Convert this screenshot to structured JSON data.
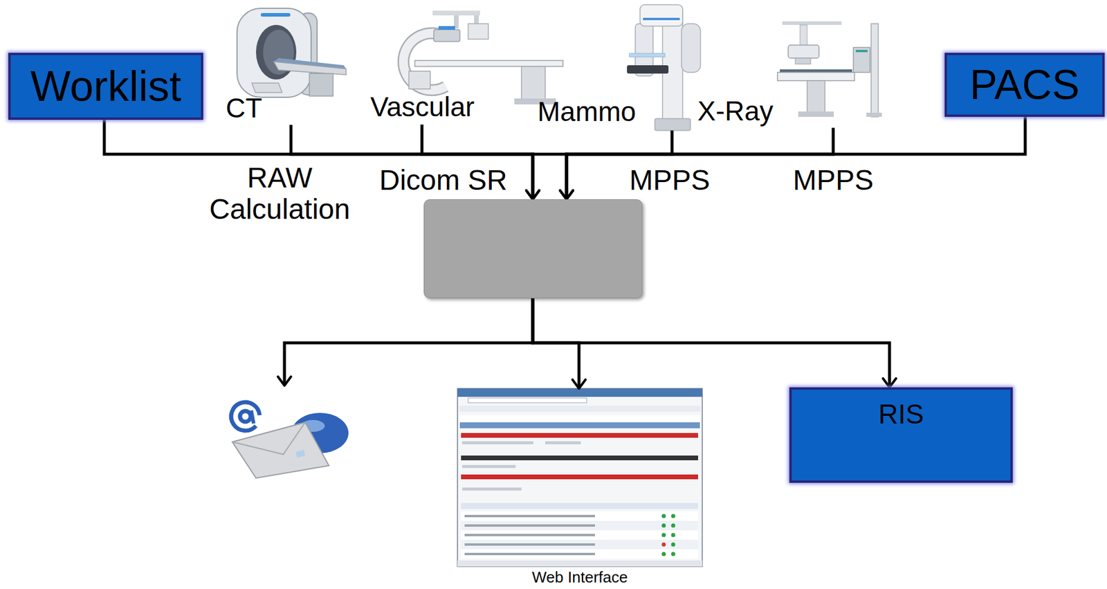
{
  "diagram": {
    "nodes": [
      {
        "text": [
          "Worklist"
        ]
      },
      {
        "text": [
          "CT"
        ]
      },
      {
        "text": [
          "Vascular"
        ]
      },
      {
        "text": [
          "Mammo"
        ]
      },
      {
        "text": [
          "X-Ray"
        ]
      },
      {
        "text": [
          "PACS"
        ]
      },
      {
        "text": []
      },
      {
        "text": []
      },
      {
        "text": [
          "Web Interface"
        ]
      },
      {
        "text": [
          "RIS"
        ]
      }
    ],
    "edges": [
      {
        "from": 0,
        "to": 6,
        "arrow": "to"
      },
      {
        "from": 1,
        "to": 6,
        "label": "RAW Calculation",
        "arrow": "to"
      },
      {
        "from": 2,
        "to": 6,
        "label": "Dicom SR",
        "arrow": "to"
      },
      {
        "from": 3,
        "to": 6,
        "label": "MPPS",
        "arrow": "to"
      },
      {
        "from": 4,
        "to": 6,
        "label": "MPPS",
        "arrow": "to"
      },
      {
        "from": 5,
        "to": 6,
        "arrow": "to"
      },
      {
        "from": 6,
        "to": 7,
        "arrow": "to"
      },
      {
        "from": 6,
        "to": 8,
        "arrow": "to"
      },
      {
        "from": 6,
        "to": 9,
        "arrow": "to"
      }
    ]
  }
}
